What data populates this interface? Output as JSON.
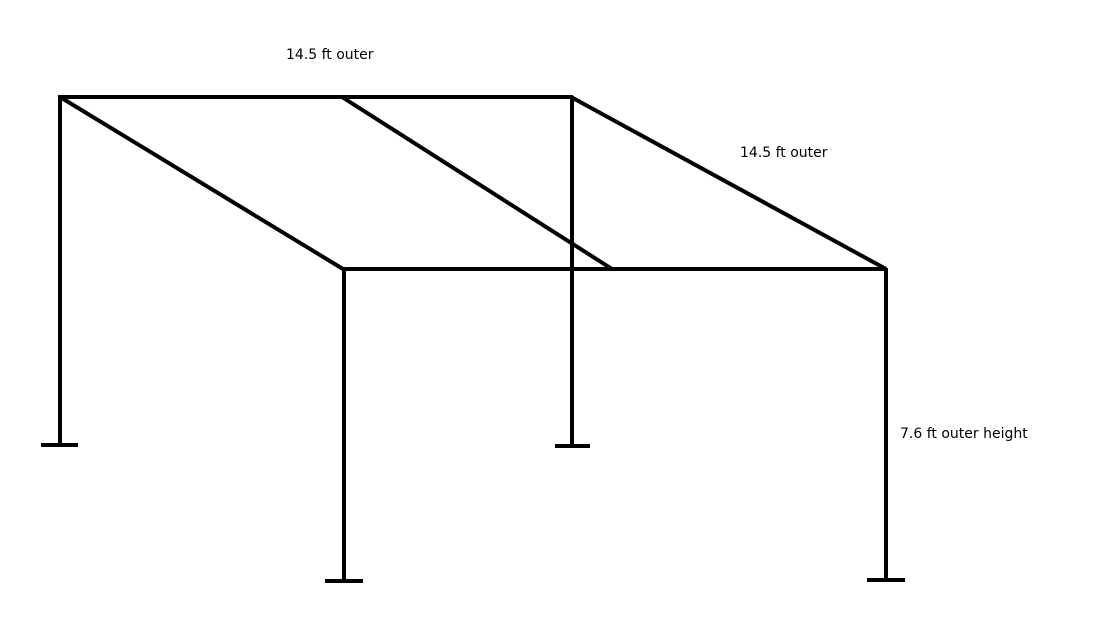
{
  "labels": {
    "top_width": "14.5 ft outer",
    "side_depth": "14.5 ft outer",
    "height": "7.6 ft outer height"
  },
  "colors": {
    "line": "#000000",
    "background": "#ffffff"
  }
}
